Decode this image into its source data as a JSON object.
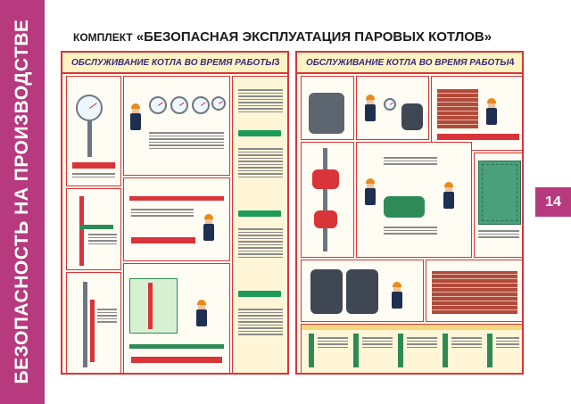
{
  "side_banner": {
    "text": "БЕЗОПАСНОСТЬ НА ПРОИЗВОДСТВЕ"
  },
  "header": {
    "lead": "КОМПЛЕКТ",
    "title": "«БЕЗОПАСНАЯ ЭКСПЛУАТАЦИЯ ПАРОВЫХ КОТЛОВ»"
  },
  "page_badge": {
    "number": "14"
  },
  "posters": [
    {
      "title": "ОБСЛУЖИВАНИЕ КОТЛА ВО ВРЕМЯ РАБОТЫ",
      "number": "3"
    },
    {
      "title": "ОБСЛУЖИВАНИЕ КОТЛА ВО ВРЕМЯ РАБОТЫ",
      "number": "4"
    }
  ],
  "colors": {
    "accent": "#b73a7e",
    "poster_border": "#d8343a",
    "poster_bg": "#fffbea",
    "title_text": "#3a2a7a"
  }
}
